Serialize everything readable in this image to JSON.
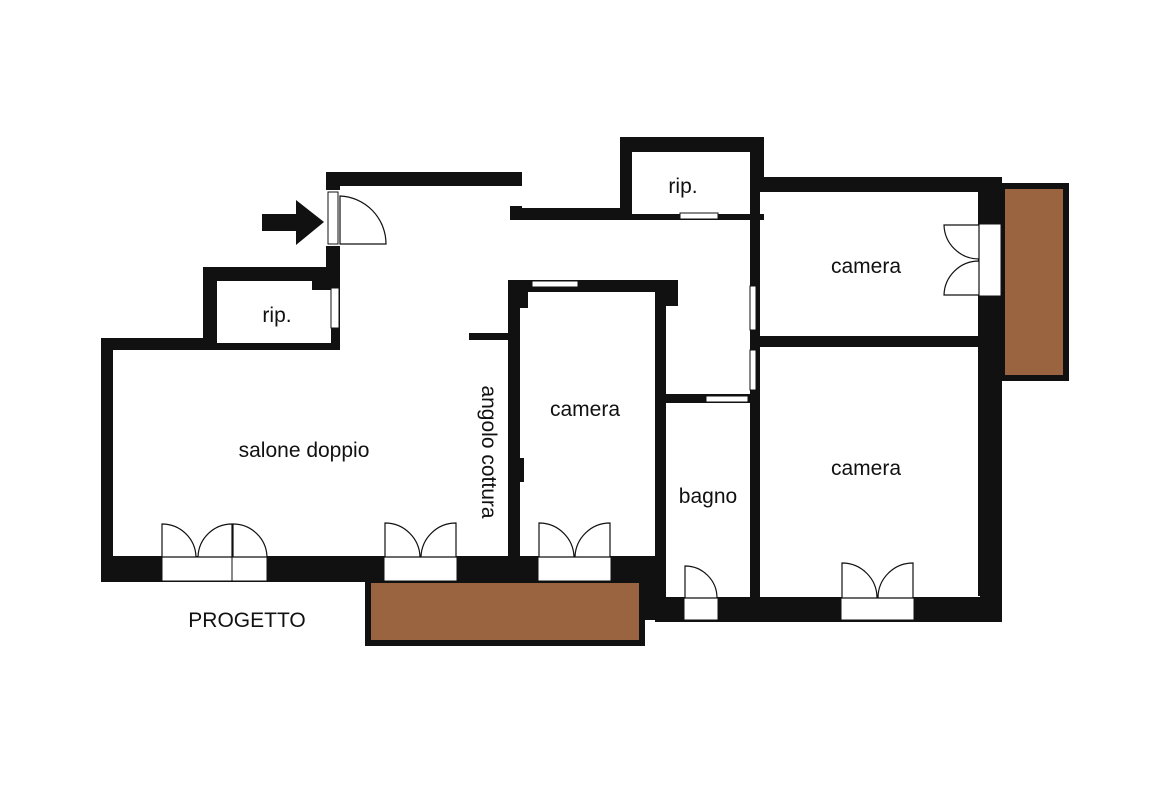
{
  "rooms": {
    "salone": "salone doppio",
    "rip_left": "rip.",
    "rip_top": "rip.",
    "angolo": "angolo cottura",
    "camera_center": "camera",
    "bagno": "bagno",
    "camera_top_right": "camera",
    "camera_right": "camera"
  },
  "caption": "PROGETTO",
  "colors": {
    "wall": "#111111",
    "balcony": "#9a6440",
    "floor": "#ffffff"
  },
  "icons": {
    "entrance": "arrow-right-icon"
  }
}
